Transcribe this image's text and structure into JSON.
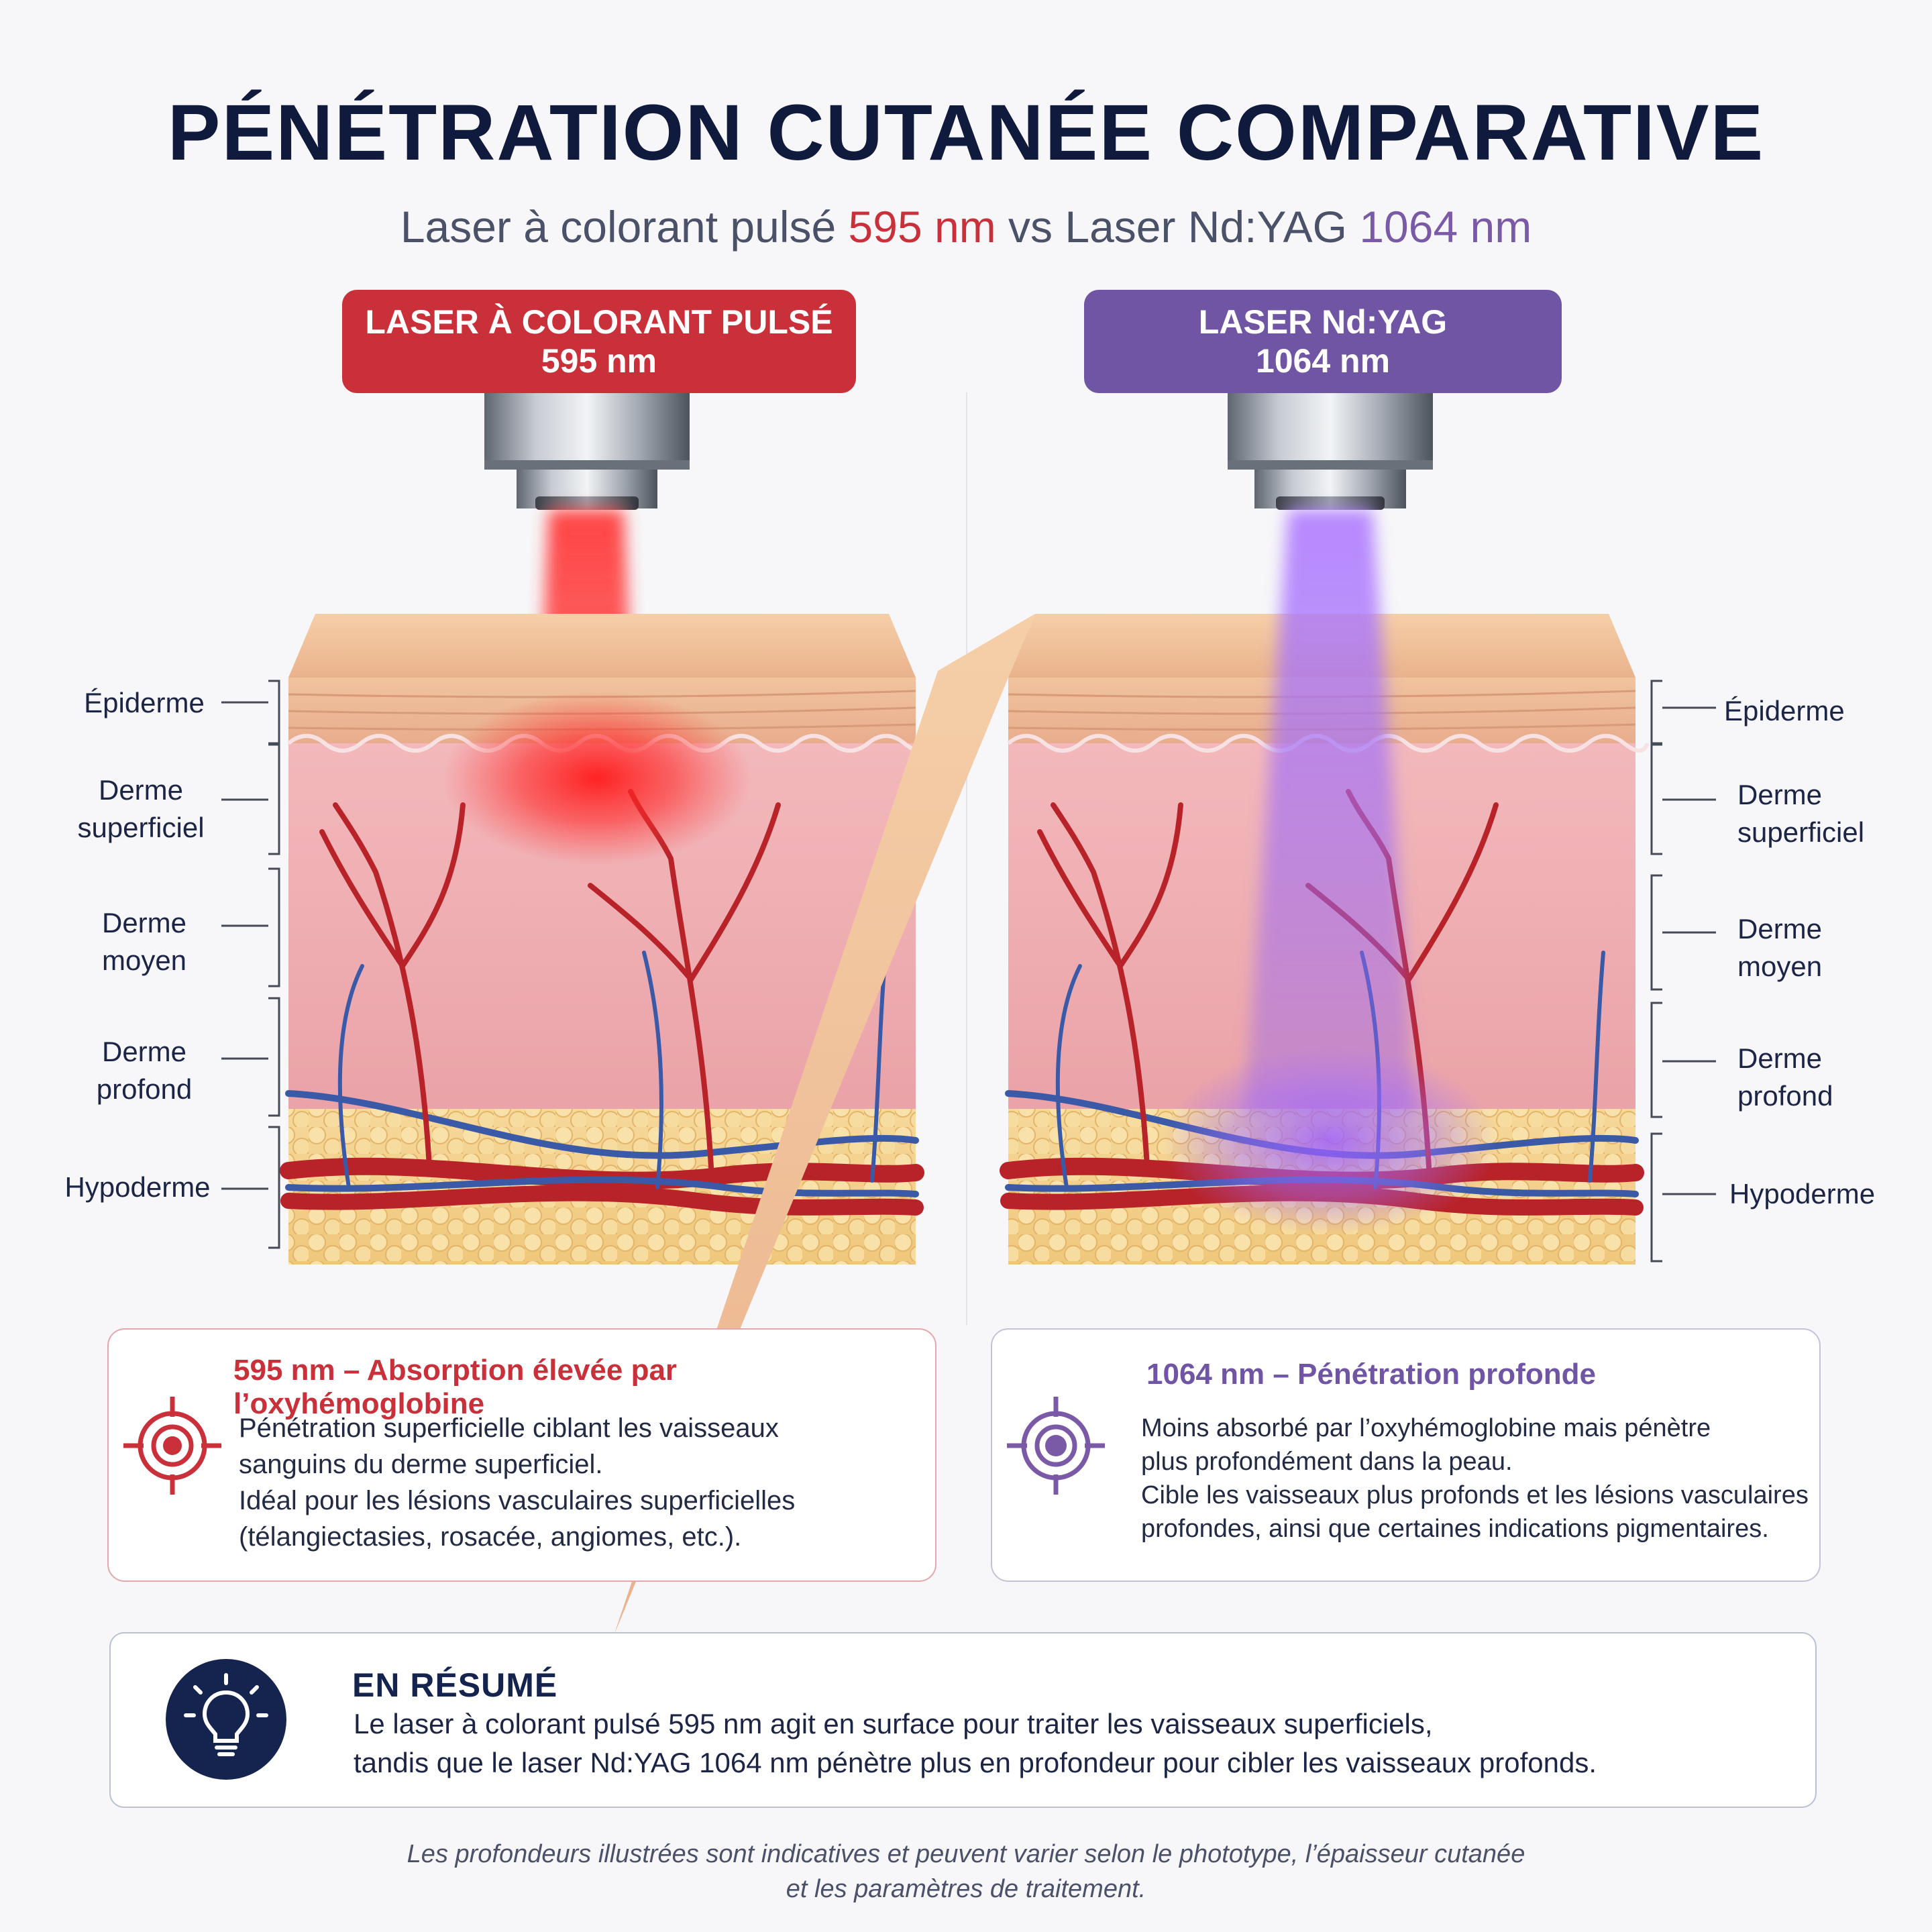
{
  "header": {
    "title": "PÉNÉTRATION CUTANÉE COMPARATIVE",
    "subtitle_a": "Laser à colorant pulsé ",
    "subtitle_b": "595 nm",
    "subtitle_c": " vs Laser Nd:YAG ",
    "subtitle_d": "1064 nm"
  },
  "colors": {
    "red": "#c9303a",
    "purple": "#6f55a4",
    "navy": "#15244e"
  },
  "lasers": {
    "left": {
      "name": "LASER À COLORANT PULSÉ",
      "wavelength": "595 nm"
    },
    "right": {
      "name": "LASER Nd:YAG",
      "wavelength": "1064 nm"
    }
  },
  "layers": {
    "epiderme": "Épiderme",
    "derme_superficiel": [
      "Derme",
      "superficiel"
    ],
    "derme_moyen": [
      "Derme",
      "moyen"
    ],
    "derme_profond": [
      "Derme",
      "profond"
    ],
    "hypoderme": "Hypoderme"
  },
  "cards": {
    "left": {
      "icon": "target-icon",
      "title": "595 nm – Absorption élevée par l’oxyhémoglobine",
      "lines": [
        "Pénétration superficielle ciblant les vaisseaux",
        "sanguins du derme superficiel.",
        "Idéal pour les lésions vasculaires superficielles",
        "(télangiectasies, rosacée, angiomes, etc.)."
      ]
    },
    "right": {
      "icon": "target-icon",
      "title": "1064 nm – Pénétration profonde",
      "lines": [
        "Moins absorbé par l’oxyhémoglobine mais pénètre",
        "plus profondément dans la peau.",
        "Cible les vaisseaux plus profonds et les lésions vasculaires",
        "profondes, ainsi que certaines indications pigmentaires."
      ]
    }
  },
  "summary": {
    "icon": "lightbulb-icon",
    "title": "EN RÉSUMÉ",
    "lines": [
      "Le laser à colorant pulsé 595 nm agit en surface pour traiter les vaisseaux superficiels,",
      "tandis que le laser Nd:YAG 1064 nm pénètre plus en profondeur pour cibler les vaisseaux profonds."
    ]
  },
  "footnote": [
    "Les profondeurs illustrées sont indicatives et peuvent varier selon le phototype, l’épaisseur cutanée",
    "et les paramètres de traitement."
  ]
}
